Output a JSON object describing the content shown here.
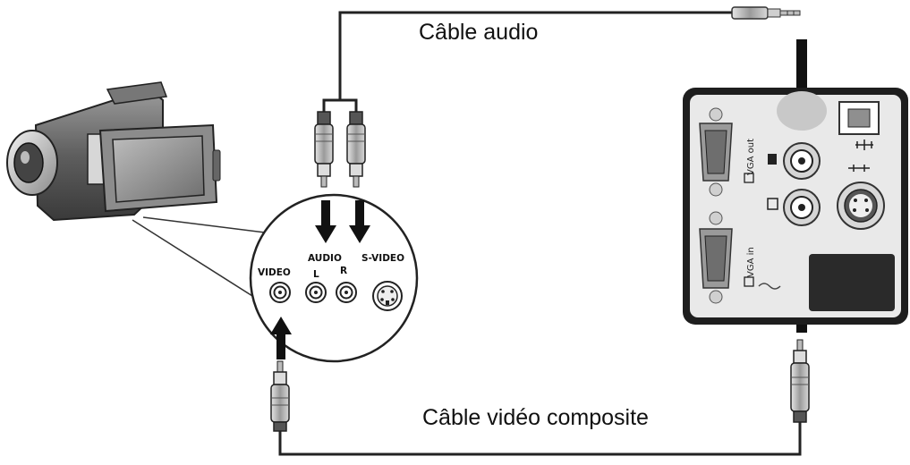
{
  "labels": {
    "audio_cable": "Câble audio",
    "composite_cable": "Câble vidéo composite"
  },
  "camcorder_jacks": {
    "video": "VIDEO",
    "audio": "AUDIO",
    "left": "L",
    "right": "R",
    "svideo": "S-VIDEO"
  },
  "projector_ports": {
    "vga_out": "VGA out",
    "vga_in": "VGA in"
  },
  "icons": [
    "camcorder-icon",
    "projector-panel-icon",
    "usb-icon",
    "rca-plug-icon",
    "minijack-plug-icon",
    "arrow-icon",
    "svideo-port-icon"
  ]
}
